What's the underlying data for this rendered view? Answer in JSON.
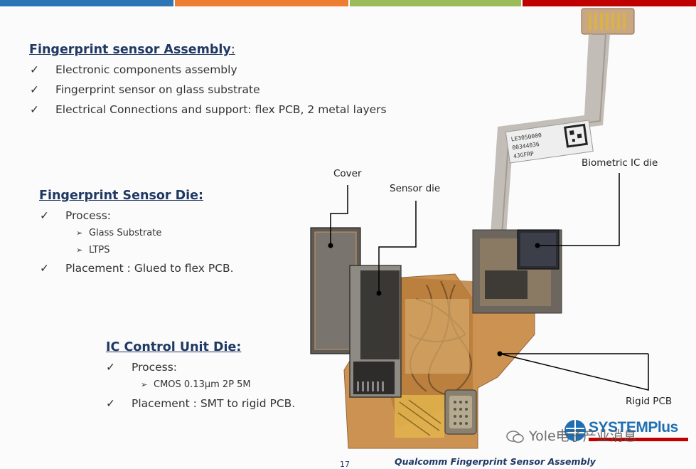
{
  "topbar_colors": [
    "#2e75b6",
    "#ed7d31",
    "#9bbb59",
    "#c00000"
  ],
  "assembly": {
    "title": "Fingerprint sensor Assembly",
    "colon": ":",
    "check": "✓",
    "items": [
      "Electronic components assembly",
      "Fingerprint sensor on glass substrate",
      "Electrical Connections and support: flex PCB, 2 metal layers"
    ]
  },
  "sensor_die": {
    "title": "Fingerprint Sensor Die:",
    "process_label": "Process:",
    "sub_items": [
      "Glass Substrate",
      "LTPS"
    ],
    "placement": "Placement : Glued to flex PCB."
  },
  "ic_die": {
    "title": "IC Control Unit Die:",
    "process_label": "Process:",
    "sub_items": [
      "CMOS 0.13µm 2P 5M"
    ],
    "placement": "Placement : SMT to rigid PCB."
  },
  "callouts": {
    "cover": "Cover",
    "sensor_die": "Sensor die",
    "biometric": "Biometric IC die",
    "rigid_pcb": "Rigid PCB"
  },
  "flex_label_text": [
    "LE3050000",
    "00344036",
    "4JGFRP"
  ],
  "caption": "Qualcomm Fingerprint Sensor Assembly",
  "page_number": "17",
  "watermark": "Yole电子产业消息",
  "logo_text": "SYSTEMPlus"
}
